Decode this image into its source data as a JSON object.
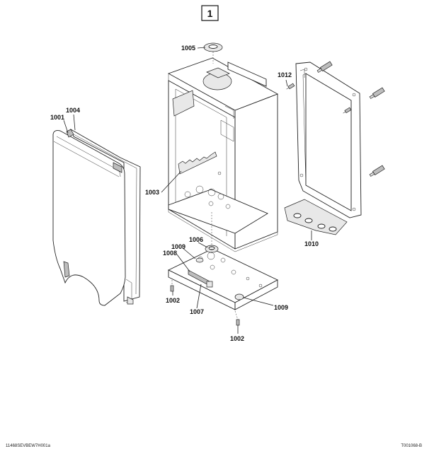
{
  "figure": {
    "number": "1",
    "code_left": "11468SEVBEW7H001a",
    "code_right": "T001068-B"
  },
  "callouts": {
    "c1001": "1001",
    "c1004": "1004",
    "c1005": "1005",
    "c1012": "1012",
    "c1003": "1003",
    "c1010": "1010",
    "c1006": "1006",
    "c1009a": "1009",
    "c1008": "1008",
    "c1002a": "1002",
    "c1007": "1007",
    "c1009b": "1009",
    "c1002b": "1002"
  }
}
